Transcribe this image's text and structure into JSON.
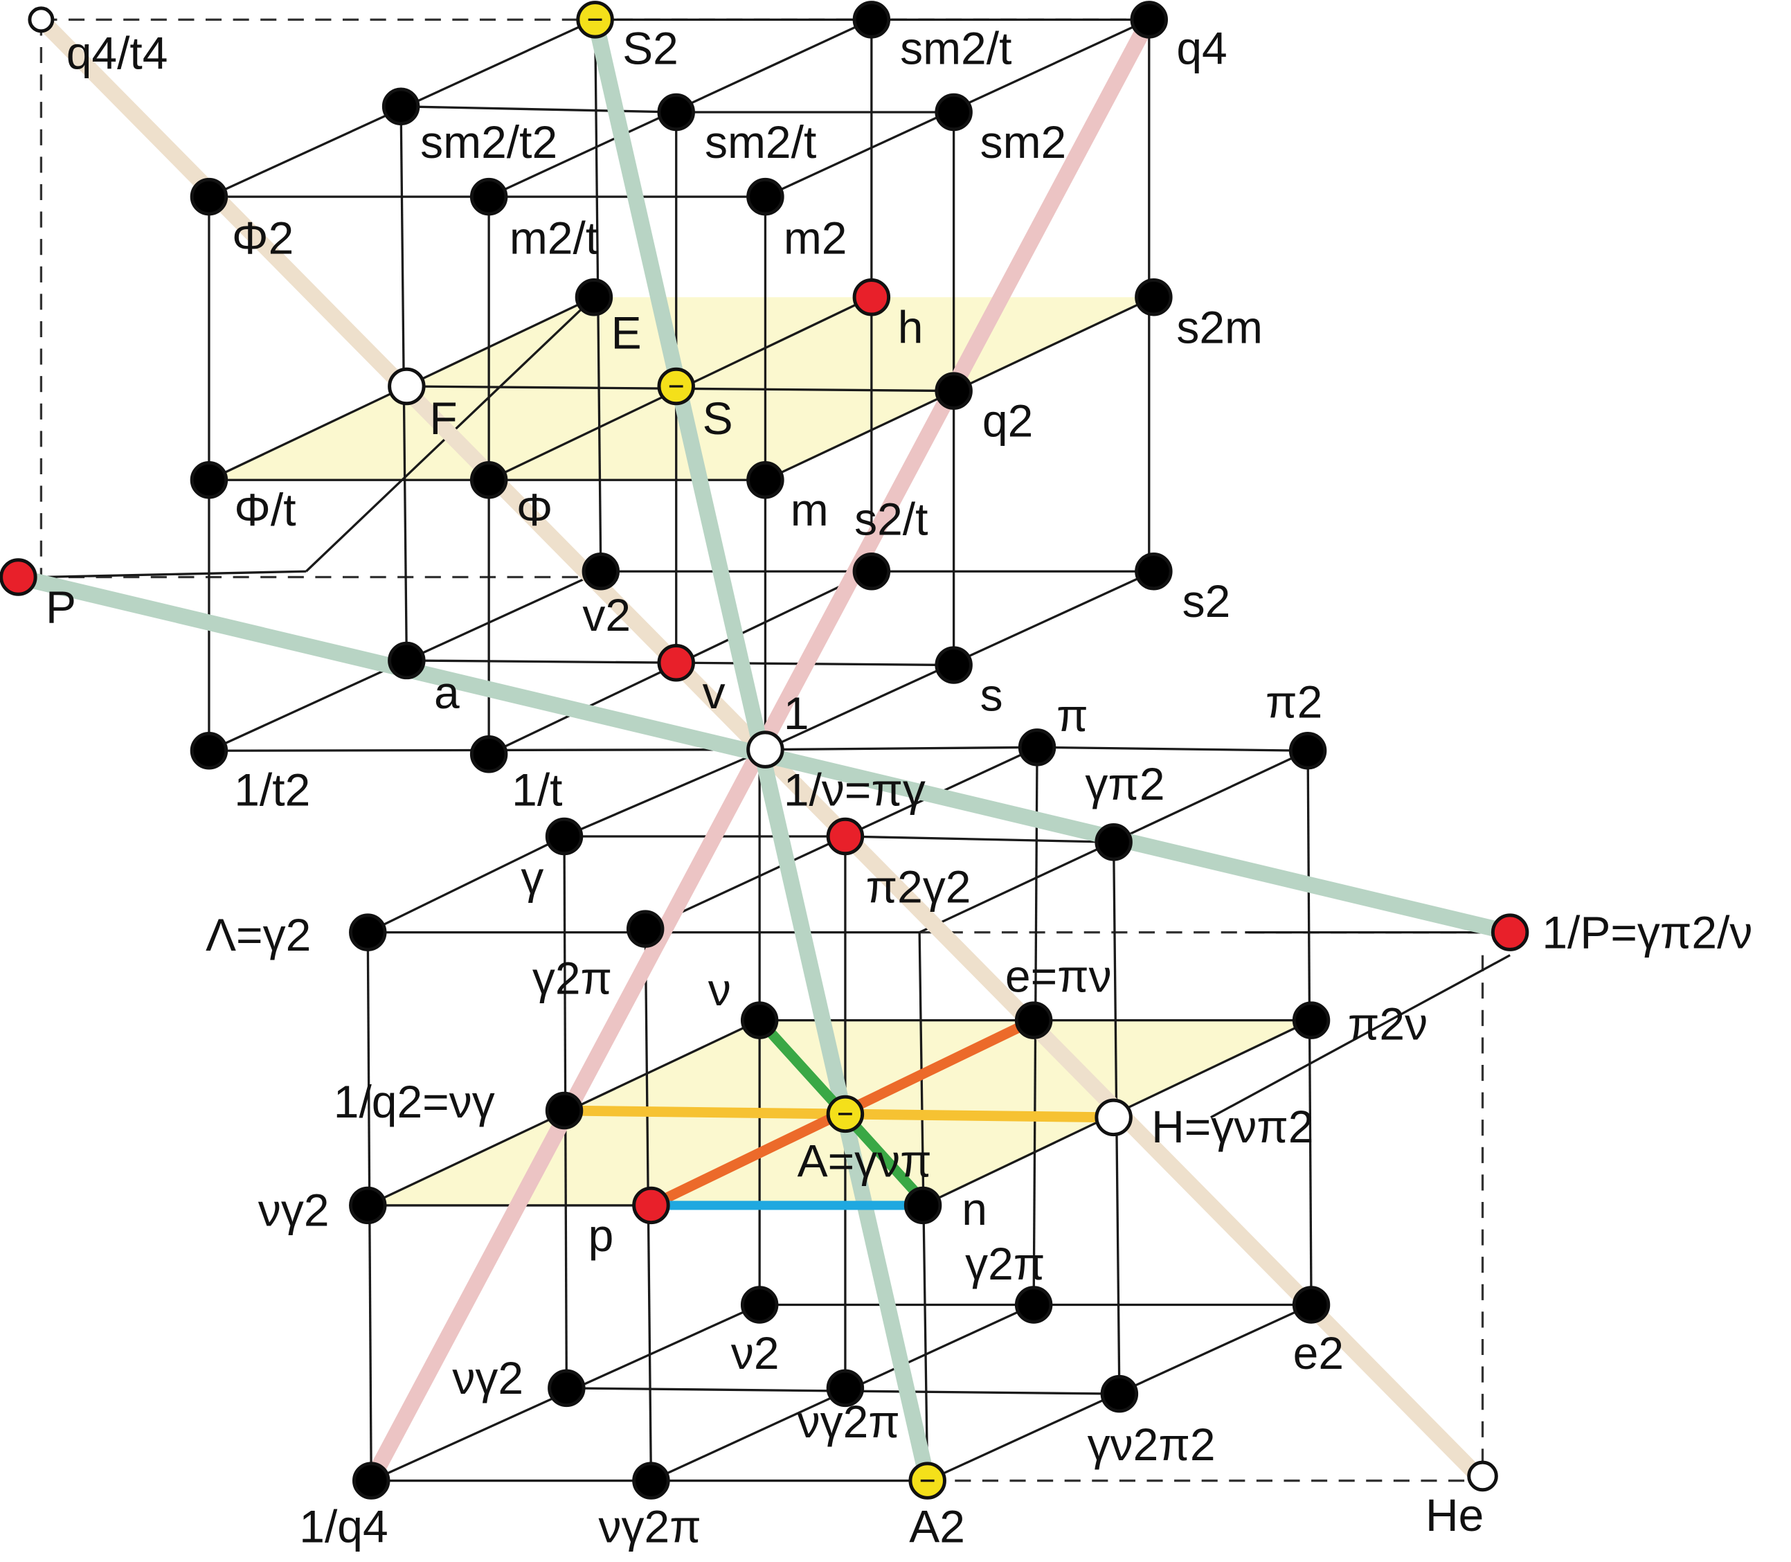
{
  "colors": {
    "black_node": "#000000",
    "red_node": "#e8202a",
    "yellow_node": "#f4e01a",
    "white_node": "#ffffff",
    "plane_fill": "#f8f2a8",
    "band_green": "#b8d4c4",
    "band_pink": "#ecc4c4",
    "band_tan": "#eee0cc",
    "seg_green": "#3aa845",
    "seg_orange": "#ec6a2a",
    "seg_yellow": "#f6c232",
    "seg_blue": "#1fa8e0"
  },
  "labels": {
    "q4t4": "q4/t4",
    "S2": "S2",
    "sm2t_top": "sm2/t",
    "q4": "q4",
    "sm2t2": "sm2/t2",
    "sm2t_mid": "sm2/t",
    "sm2": "sm2",
    "Phi2": "Φ2",
    "m2t": "m2/t",
    "m2": "m2",
    "E": "E",
    "h": "h",
    "s2m": "s2m",
    "F": "F",
    "S": "S",
    "q2": "q2",
    "Phit": "Φ/t",
    "Phi": "Φ",
    "m": "m",
    "s2t": "s2/t",
    "P": "P",
    "v2_up": "v2",
    "s2": "s2",
    "a": "a",
    "v_up": "v",
    "one": "1",
    "s": "s",
    "pi": "π",
    "pi2": "π2",
    "one_t2": "1/t2",
    "one_t": "1/t",
    "one_nu": "1/ν=πγ",
    "gpi2": "γπ2",
    "gamma": "γ",
    "pi2g2": "π2γ2",
    "Lambda": "Λ=γ2",
    "g2pi_up": "γ2π",
    "nu": "ν",
    "e": "e=πν",
    "oneP": "1/P=γπ2/ν",
    "pi2nu": "π2ν",
    "oneq2": "1/q2=νγ",
    "H": "H=γνπ2",
    "A": "A=γνπ",
    "ng2_left": "νγ2",
    "n": "n",
    "p": "p",
    "g2pi_low": "γ2π",
    "nu2_low": "ν2",
    "e2": "e2",
    "ng2_low": "νγ2",
    "ng2pi_mid": "νγ2π",
    "gn2pi2": "γν2π2",
    "one_q4": "1/q4",
    "ng2pi_bot": "νγ2π",
    "A2": "A2",
    "He": "He"
  }
}
